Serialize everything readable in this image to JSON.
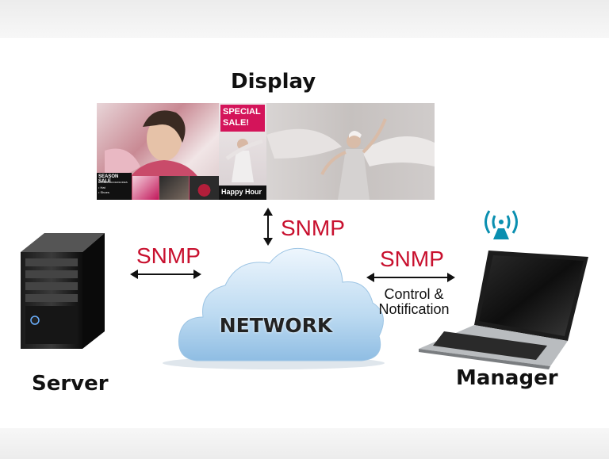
{
  "labels": {
    "display": "Display",
    "server": "Server",
    "manager": "Manager",
    "network": "NETWORK"
  },
  "links": {
    "display_snmp": "SNMP",
    "server_snmp": "SNMP",
    "manager_snmp": "SNMP",
    "manager_note_line1": "Control &",
    "manager_note_line2": "Notification"
  },
  "display_screen": {
    "special_line1": "SPECIAL",
    "special_line2": "SALE!",
    "happy_hour": "Happy Hour",
    "season_sale": "SEASON SALE",
    "season_small": "WOMEN'S ACCESSORIES",
    "season_item1": "• Hat",
    "season_item2": "• Shoes"
  },
  "colors": {
    "snmp_text": "#c8102e",
    "promo_pink": "#d4145a",
    "cloud_blue": "#a9cdea",
    "wifi_teal": "#0a8fb0"
  },
  "icons": [
    "server-tower-icon",
    "laptop-icon",
    "wifi-signal-icon",
    "cloud-icon",
    "double-arrow-icon"
  ]
}
